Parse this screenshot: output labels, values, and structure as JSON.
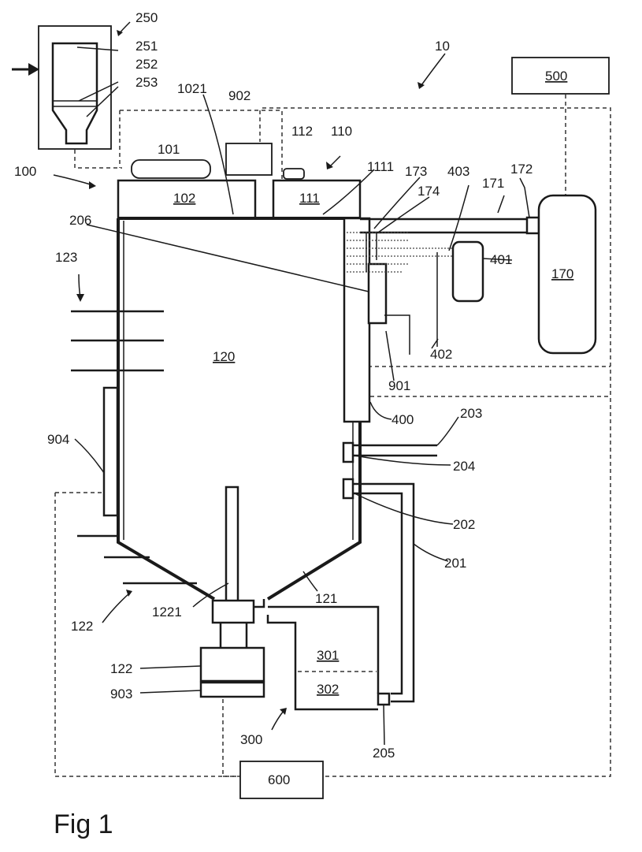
{
  "figure_caption": "Fig 1",
  "labels": {
    "l10": "10",
    "l100": "100",
    "l101": "101",
    "l102": "102",
    "l1021": "1021",
    "l110": "110",
    "l111": "111",
    "l1111": "1111",
    "l112": "112",
    "l120": "120",
    "l121": "121",
    "l122a": "122",
    "l122b": "122",
    "l1221": "1221",
    "l123": "123",
    "l170": "170",
    "l171": "171",
    "l172": "172",
    "l173": "173",
    "l174": "174",
    "l201": "201",
    "l202": "202",
    "l203": "203",
    "l204": "204",
    "l205": "205",
    "l206": "206",
    "l250": "250",
    "l251": "251",
    "l252": "252",
    "l253": "253",
    "l300": "300",
    "l301": "301",
    "l302": "302",
    "l400": "400",
    "l401": "401",
    "l402": "402",
    "l403": "403",
    "l500": "500",
    "l600": "600",
    "l901": "901",
    "l902": "902",
    "l903": "903",
    "l904": "904"
  }
}
